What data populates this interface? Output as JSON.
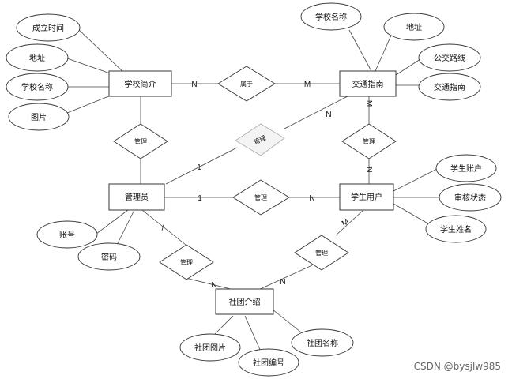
{
  "entities": {
    "school": "学校简介",
    "traffic": "交通指南",
    "admin": "管理员",
    "student": "学生用户",
    "club": "社团介绍"
  },
  "attributes": {
    "established": "成立时间",
    "address": "地址",
    "school_name": "学校名称",
    "picture": "图片",
    "traffic_school_name": "学校名称",
    "traffic_address": "地址",
    "bus_route": "公交路线",
    "traffic_guide": "交通指南",
    "student_account": "学生账户",
    "review_status": "审核状态",
    "student_name": "学生姓名",
    "account": "账号",
    "password": "密码",
    "club_picture": "社团图片",
    "club_number": "社团编号",
    "club_name": "社团名称"
  },
  "relationships": {
    "belongs": "属于",
    "manage_school": "管理",
    "manage_traffic_faded": "管理",
    "manage_traffic": "管理",
    "manage_student": "管理",
    "manage_club_admin": "管理",
    "manage_club_student": "管理"
  },
  "cardinalities": {
    "school_belongs": "N",
    "belongs_traffic": "M",
    "admin_faded": "1",
    "faded_traffic": "N",
    "traffic_rel": "M",
    "rel_student": "N",
    "admin_rel": "1",
    "rel_student2": "N",
    "admin_club_a": "/",
    "club_a": "N",
    "club_b": "N",
    "student_club": "M"
  },
  "watermark": "CSDN @bysjlw985"
}
